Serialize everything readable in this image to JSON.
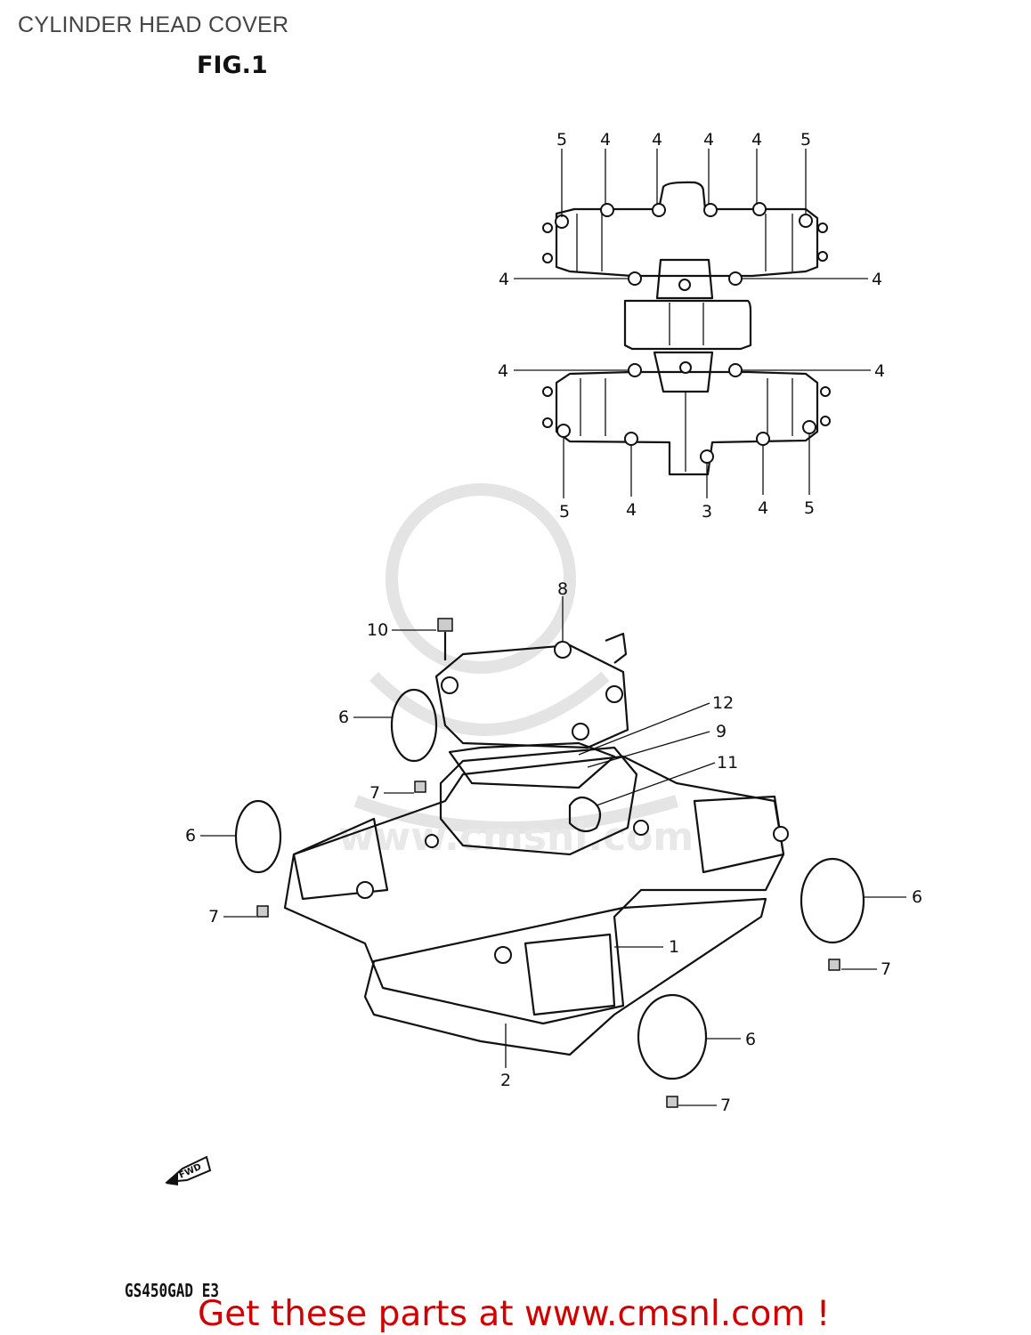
{
  "header": {
    "title": "CYLINDER HEAD COVER",
    "figure": "FIG.1"
  },
  "footer": {
    "model_code": "GS450GAD E3",
    "promo": "Get these parts at www.cmsnl.com !"
  },
  "watermark": {
    "text": "www.cmsnl.com"
  },
  "fwd_label": "FWD",
  "colors": {
    "promo": "#d00000",
    "lines": "#111111",
    "watermark": "#e4e4e4"
  },
  "callouts": {
    "top": [
      "5",
      "4",
      "4",
      "4",
      "4",
      "5",
      "4",
      "4",
      "4",
      "4",
      "5",
      "4",
      "3",
      "4",
      "5"
    ],
    "bottom": [
      "8",
      "10",
      "12",
      "9",
      "11",
      "6",
      "7",
      "6",
      "7",
      "1",
      "6",
      "7",
      "6",
      "2",
      "7"
    ]
  }
}
